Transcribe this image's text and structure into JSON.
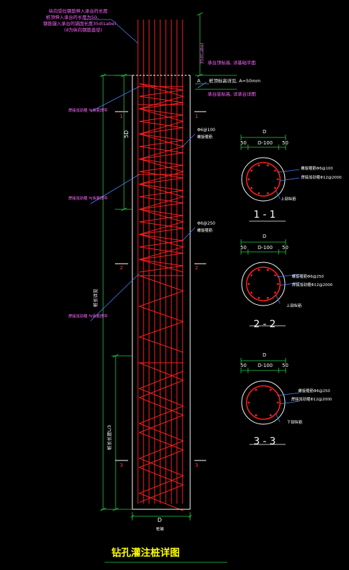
{
  "title": "钻孔灌注桩详图",
  "colors": {
    "background": "#000000",
    "rebar": "#ff2020",
    "outline": "#ffffff",
    "dimension": "#27d04a",
    "leader": "#4a86ff",
    "note_text": "#ff66ff",
    "label_text": "#ffffff",
    "yellow_text": "#ffff00"
  },
  "top_note": {
    "lines": [
      "纵向受拉钢筋伸入承台的长度",
      "桩顶伸入承台的长度为50,",
      "钢筋锚入承台的锚固长度35d(Labe)",
      "(d为纵向钢筋直径)"
    ]
  },
  "elevation": {
    "anchor_dim": "35d(Labe)",
    "cap_top_label": "承台顶标高, 详基础平面",
    "pile_top_label": "桩顶标高详见, A=50mm",
    "cap_bottom_label": "承台底标高, 详承台详图",
    "cap_marker": "A",
    "dim_5d": "5D",
    "dim_pile_length": "桩长详见",
    "dim_l3": "桩长长度L/3",
    "dim_bottom": "D",
    "bottom_label": "桩端",
    "callouts": [
      "焊接加劲箍 与纵筋焊牢",
      "焊接加劲箍 与纵筋焊牢",
      "焊接加劲箍 与纵筋焊牢"
    ],
    "spiral_top": "Φ6@100",
    "spiral_top_sub": "螺旋箍筋",
    "spiral_mid": "Φ6@250",
    "spiral_mid_sub": "螺旋箍筋",
    "section_marks": [
      "1",
      "1",
      "2",
      "2",
      "3",
      "3"
    ]
  },
  "sections": [
    {
      "id": "1 - 1",
      "dim_top": "D",
      "dim_left": "50",
      "dim_mid": "D-100",
      "dim_right": "50",
      "spiral": "螺旋箍筋Φ6@100",
      "stiffener": "焊接加劲箍Φ12@2000",
      "bars": "上部纵筋",
      "bar_count": 10
    },
    {
      "id": "2 - 2",
      "dim_top": "D",
      "dim_left": "50",
      "dim_mid": "D-100",
      "dim_right": "50",
      "spiral": "螺旋箍筋Φ6@250",
      "stiffener": "焊接加劲箍Φ12@2000",
      "bars": "上部纵筋",
      "bar_count": 10
    },
    {
      "id": "3 - 3",
      "dim_top": "D",
      "dim_left": "50",
      "dim_mid": "D-100",
      "dim_right": "50",
      "spiral": "螺旋箍筋Φ6@250",
      "stiffener": "焊接加劲箍Φ12@2000",
      "bars": "下部纵筋",
      "bar_count": 6
    }
  ]
}
